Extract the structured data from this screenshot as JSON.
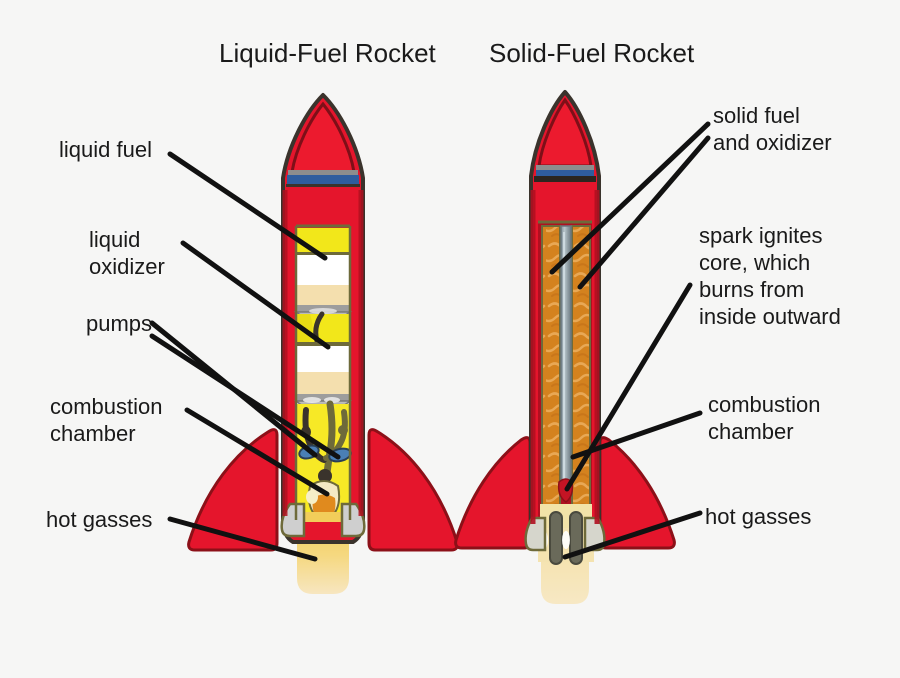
{
  "diagram": {
    "background_color": "#f6f6f5",
    "text_color": "#1a1a1a",
    "titles": {
      "liquid": "Liquid-Fuel Rocket",
      "solid": "Solid-Fuel Rocket"
    },
    "labels": {
      "liquid_fuel": "liquid fuel",
      "liquid_oxidizer": "liquid\noxidizer",
      "pumps": "pumps",
      "combustion_chamber_left": "combustion\nchamber",
      "hot_gasses_left": "hot gasses",
      "solid_fuel_and_oxidizer": "solid fuel\nand oxidizer",
      "spark_ignites": "spark ignites\ncore, which\nburns from\ninside outward",
      "combustion_chamber_right": "combustion\nchamber",
      "hot_gasses_right": "hot gasses"
    },
    "colors": {
      "body_red": "#e5152c",
      "body_red_dark": "#b01020",
      "outline_dark": "#2b2620",
      "outline_olive": "#6e6a3a",
      "nose_band_blue": "#2f5d9e",
      "nose_band_gray": "#8d8d8d",
      "tank_yellow": "#f2e71a",
      "engine_yellow": "#f7e926",
      "liquid_cream": "#f4dfae",
      "liquid_white": "#ffffff",
      "bulkhead_gray": "#a9a9a9",
      "pump_blue": "#4a7fb5",
      "chamber_orange": "#e08a1e",
      "propellant_orange": "#d4821e",
      "propellant_light": "#e8a855",
      "core_gray": "#9aa7ad",
      "plume_gold": "#f2cd5a",
      "plume_cream": "#f5e2b8",
      "nozzle_dark": "#6a6a5a"
    }
  }
}
